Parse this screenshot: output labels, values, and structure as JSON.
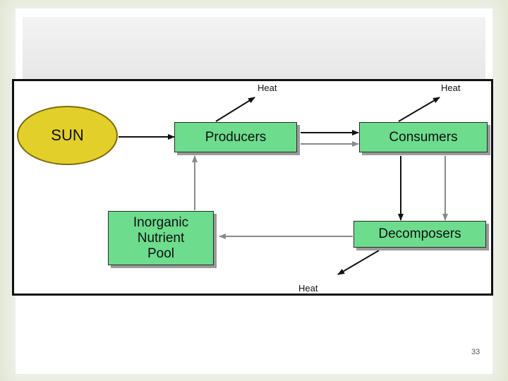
{
  "diagram": {
    "sun_label": "SUN",
    "producers_label": "Producers",
    "consumers_label": "Consumers",
    "decomposers_label": "Decomposers",
    "pool_label": "Inorganic\nNutrient\nPool",
    "heat_labels": [
      "Heat",
      "Heat",
      "Heat"
    ]
  },
  "colors": {
    "box_fill": "#6ddc8d",
    "sun_fill": "#e2cf2a",
    "energy_arrow": "#111111",
    "nutrient_arrow": "#8a8a8a"
  },
  "slide": {
    "page_number": "33"
  }
}
